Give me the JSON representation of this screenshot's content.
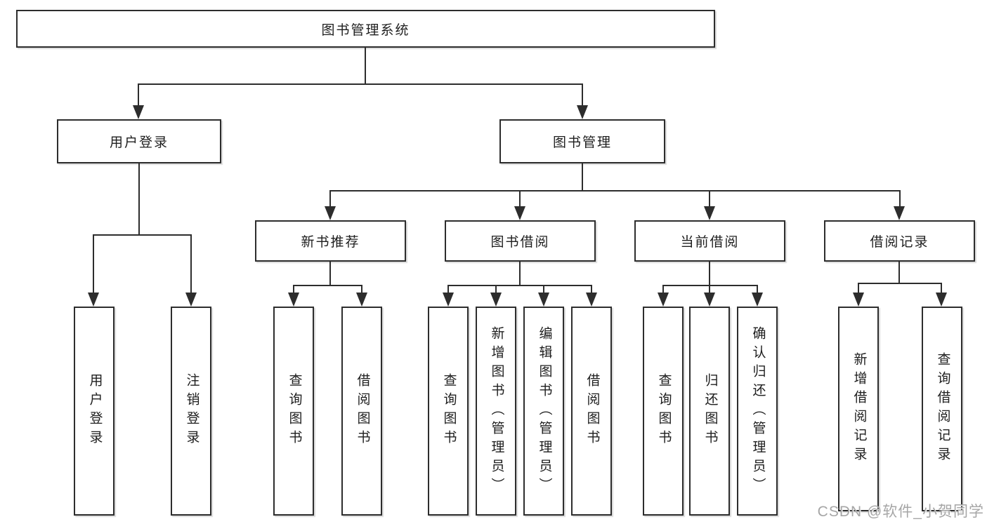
{
  "diagram_title": "图书管理系统",
  "tree": {
    "root": "图书管理系统",
    "branches": [
      {
        "label": "用户登录",
        "children": [
          "用户登录",
          "注销登录"
        ]
      },
      {
        "label": "图书管理",
        "groups": [
          {
            "label": "新书推荐",
            "children": [
              "查询图书",
              "借阅图书"
            ]
          },
          {
            "label": "图书借阅",
            "children": [
              "查询图书",
              "新增图书（管理员）",
              "编辑图书（管理员）",
              "借阅图书"
            ]
          },
          {
            "label": "当前借阅",
            "children": [
              "查询图书",
              "归还图书",
              "确认归还（管理员）"
            ]
          },
          {
            "label": "借阅记录",
            "children": [
              "新增借阅记录",
              "查询借阅记录"
            ]
          }
        ]
      }
    ]
  },
  "watermark": "CSDN @软件_小贺同学",
  "colors": {
    "line": "#2d2d2d",
    "text": "#1e1e1e",
    "background": "#ffffff",
    "watermark": "#a6a6a6"
  }
}
